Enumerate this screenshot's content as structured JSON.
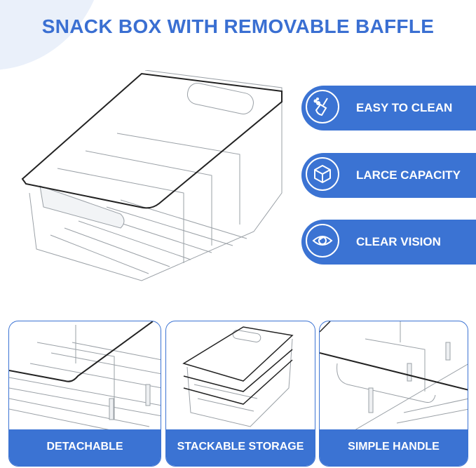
{
  "header": {
    "title": "SNACK BOX WITH REMOVABLE BAFFLE"
  },
  "colors": {
    "accent": "#3b73d3",
    "title": "#3a6fd2",
    "background_blob": "#eaf0fa"
  },
  "hero": {
    "image": "clear-snack-box-with-dividers"
  },
  "features": [
    {
      "label": "EASY TO CLEAN",
      "icon": "broom-icon"
    },
    {
      "label": "LARCE CAPACITY",
      "icon": "cube-icon"
    },
    {
      "label": "CLEAR VISION",
      "icon": "eye-icon"
    }
  ],
  "panels": [
    {
      "label": "DETACHABLE",
      "image": "divider-closeup"
    },
    {
      "label": "STACKABLE STORAGE",
      "image": "stacked-boxes"
    },
    {
      "label": "SIMPLE HANDLE",
      "image": "handle-closeup"
    }
  ]
}
